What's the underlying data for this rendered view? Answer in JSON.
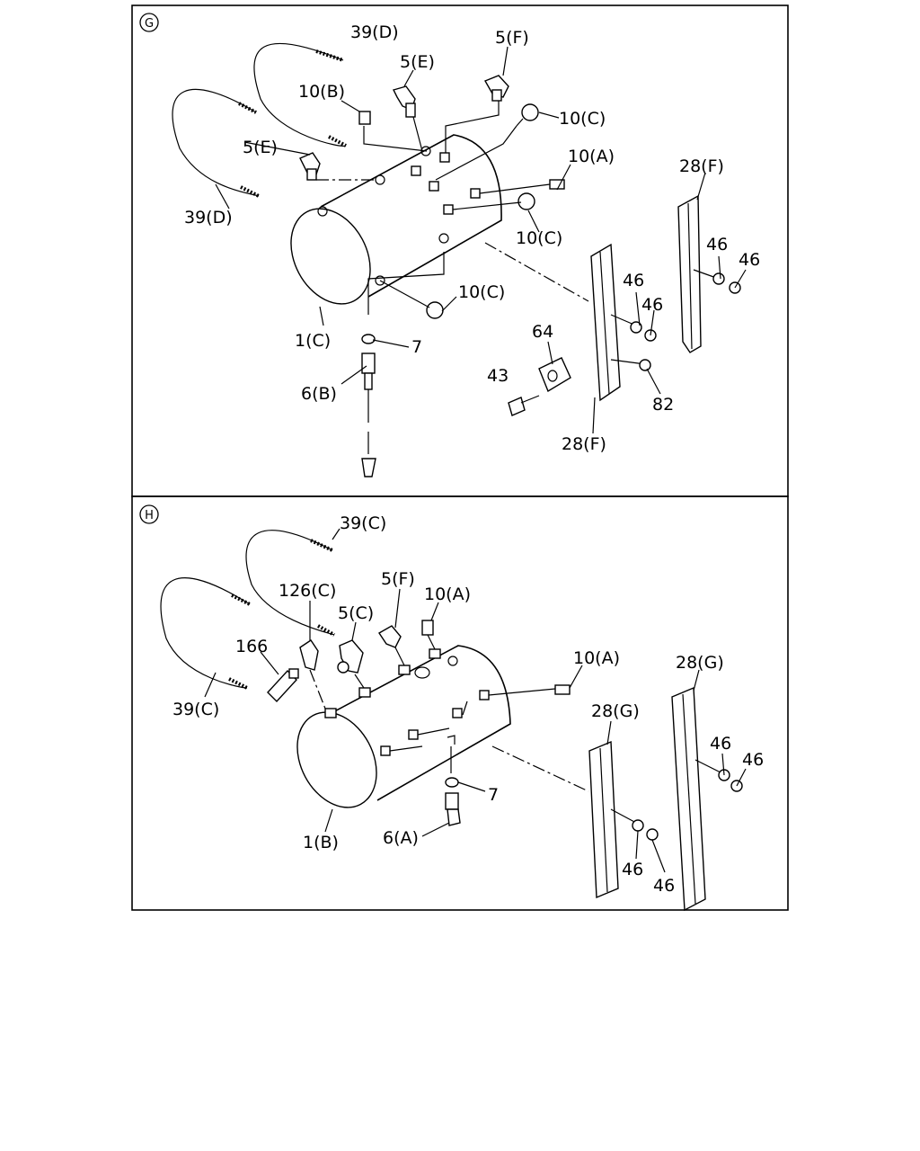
{
  "panel_g": {
    "badge": "G",
    "labels": {
      "l39d_top": "39(D)",
      "l5e_top": "5(E)",
      "l5f": "5(F)",
      "l10b": "10(B)",
      "l10c_top": "10(C)",
      "l10a": "10(A)",
      "l28f_right": "28(F)",
      "l5e_left": "5(E)",
      "l39d_left": "39(D)",
      "l10c_mid": "10(C)",
      "l46_a": "46",
      "l46_b": "46",
      "l46_c": "46",
      "l46_d": "46",
      "l10c_low": "10(C)",
      "l1c": "1(C)",
      "l7": "7",
      "l64": "64",
      "l6b": "6(B)",
      "l43": "43",
      "l82": "82",
      "l28f_bottom": "28(F)"
    }
  },
  "panel_h": {
    "badge": "H",
    "labels": {
      "l39c_top": "39(C)",
      "l126c": "126(C)",
      "l5f": "5(F)",
      "l10a_top": "10(A)",
      "l5c": "5(C)",
      "l166": "166",
      "l39c_left": "39(C)",
      "l10a_right": "10(A)",
      "l28g_right": "28(G)",
      "l28g_left": "28(G)",
      "l46_a": "46",
      "l46_b": "46",
      "l7": "7",
      "l1b": "1(B)",
      "l6a": "6(A)",
      "l46_c": "46",
      "l46_d": "46"
    }
  }
}
